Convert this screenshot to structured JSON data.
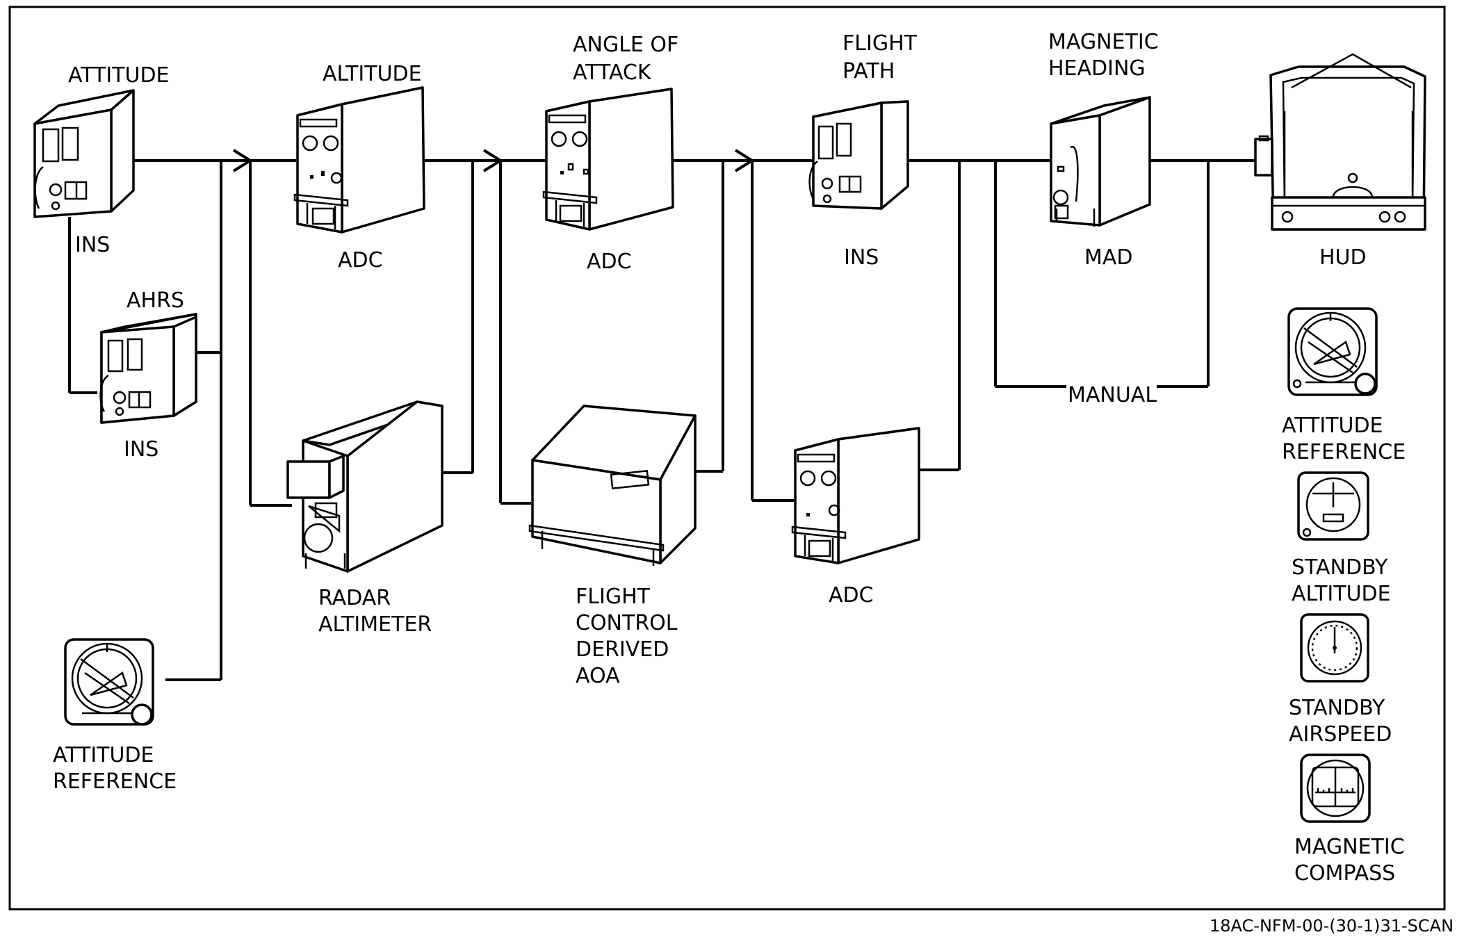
{
  "labels": {
    "attitude": "ATTITUDE",
    "ins_top": "INS",
    "ahrs": "AHRS",
    "ins_lower": "INS",
    "attitude_reference_left_l1": "ATTITUDE",
    "attitude_reference_left_l2": "REFERENCE",
    "altitude": "ALTITUDE",
    "adc_altitude": "ADC",
    "radar_altimeter_l1": "RADAR",
    "radar_altimeter_l2": "ALTIMETER",
    "angle_of_attack_l1": "ANGLE OF",
    "angle_of_attack_l2": "ATTACK",
    "adc_aoa": "ADC",
    "fc_aoa_l1": "FLIGHT",
    "fc_aoa_l2": "CONTROL",
    "fc_aoa_l3": "DERIVED",
    "fc_aoa_l4": "AOA",
    "flight_path_l1": "FLIGHT",
    "flight_path_l2": "PATH",
    "ins_flight_path": "INS",
    "adc_flight_path": "ADC",
    "magnetic_heading_l1": "MAGNETIC",
    "magnetic_heading_l2": "HEADING",
    "mad": "MAD",
    "manual": "MANUAL",
    "hud": "HUD",
    "attitude_reference_right_l1": "ATTITUDE",
    "attitude_reference_right_l2": "REFERENCE",
    "standby_altitude_l1": "STANDBY",
    "standby_altitude_l2": "ALTITUDE",
    "standby_airspeed_l1": "STANDBY",
    "standby_airspeed_l2": "AIRSPEED",
    "magnetic_compass_l1": "MAGNETIC",
    "magnetic_compass_l2": "COMPASS"
  },
  "figure_id": "18AC-NFM-00-(30-1)31-SCAN"
}
